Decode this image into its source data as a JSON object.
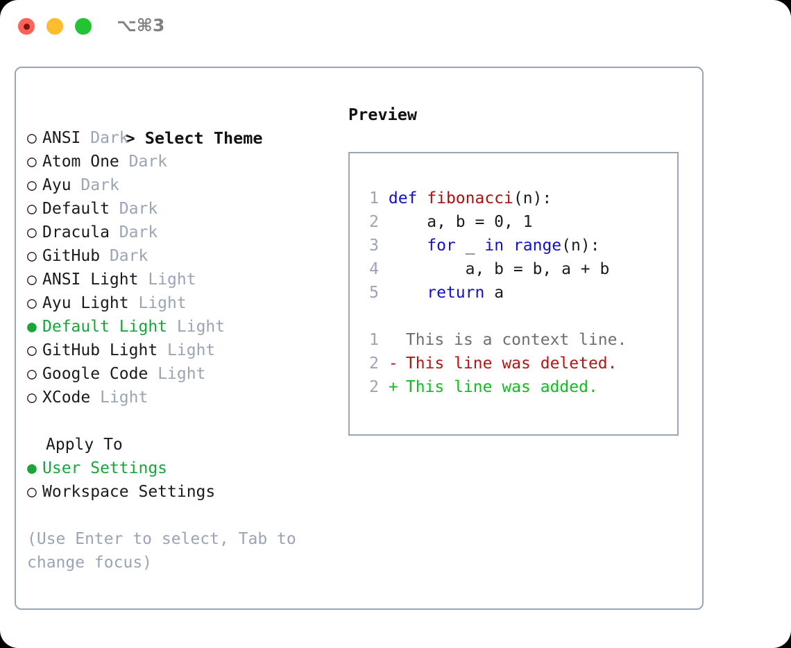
{
  "window": {
    "title": "⌥⌘3",
    "traffic_lights": [
      "close-red",
      "minimize-yellow",
      "maximize-green"
    ]
  },
  "left": {
    "heading_prefix": "> ",
    "heading": "Select Theme",
    "bullet_unselected": "○ ",
    "bullet_selected": "● ",
    "themes": [
      {
        "name": "ANSI",
        "variant": "Dark",
        "selected": false
      },
      {
        "name": "Atom One",
        "variant": "Dark",
        "selected": false
      },
      {
        "name": "Ayu",
        "variant": "Dark",
        "selected": false
      },
      {
        "name": "Default",
        "variant": "Dark",
        "selected": false
      },
      {
        "name": "Dracula",
        "variant": "Dark",
        "selected": false
      },
      {
        "name": "GitHub",
        "variant": "Dark",
        "selected": false
      },
      {
        "name": "ANSI Light",
        "variant": "Light",
        "selected": false
      },
      {
        "name": "Ayu Light",
        "variant": "Light",
        "selected": false
      },
      {
        "name": "Default Light",
        "variant": "Light",
        "selected": true
      },
      {
        "name": "GitHub Light",
        "variant": "Light",
        "selected": false
      },
      {
        "name": "Google Code",
        "variant": "Light",
        "selected": false
      },
      {
        "name": "XCode",
        "variant": "Light",
        "selected": false
      }
    ],
    "apply_to_heading": "Apply To",
    "apply_to": [
      {
        "name": "User Settings",
        "selected": true
      },
      {
        "name": "Workspace Settings",
        "selected": false
      }
    ],
    "hint": "(Use Enter to select, Tab to change focus)"
  },
  "right": {
    "preview_title": "Preview",
    "code_lines": [
      {
        "num": "1",
        "tokens": [
          {
            "t": "def ",
            "c": "kw"
          },
          {
            "t": "fibonacci",
            "c": "fn"
          },
          {
            "t": "(n):",
            "c": "plain"
          }
        ]
      },
      {
        "num": "2",
        "tokens": [
          {
            "t": "    a, b = 0, 1",
            "c": "plain"
          }
        ]
      },
      {
        "num": "3",
        "tokens": [
          {
            "t": "    ",
            "c": "plain"
          },
          {
            "t": "for",
            "c": "kw"
          },
          {
            "t": " _ ",
            "c": "plain"
          },
          {
            "t": "in",
            "c": "kw"
          },
          {
            "t": " ",
            "c": "plain"
          },
          {
            "t": "range",
            "c": "kw"
          },
          {
            "t": "(n):",
            "c": "plain"
          }
        ]
      },
      {
        "num": "4",
        "tokens": [
          {
            "t": "        a, b = b, a + b",
            "c": "plain"
          }
        ]
      },
      {
        "num": "5",
        "tokens": [
          {
            "t": "    ",
            "c": "plain"
          },
          {
            "t": "return",
            "c": "kw"
          },
          {
            "t": " a",
            "c": "plain"
          }
        ]
      }
    ],
    "diff_lines": [
      {
        "num": "1",
        "mark": "  ",
        "text": "This is a context line.",
        "kind": "ctx"
      },
      {
        "num": "2",
        "mark": "- ",
        "text": "This line was deleted.",
        "kind": "del"
      },
      {
        "num": "2",
        "mark": "+ ",
        "text": "This line was added.",
        "kind": "add"
      }
    ]
  },
  "colors": {
    "accent_green": "#1aa53b",
    "muted": "#9aa4b4",
    "keyword_blue": "#1111cc",
    "function_red": "#a91010",
    "diff_delete": "#b31414",
    "diff_add": "#12bb1e",
    "border": "#9aa4b4"
  }
}
